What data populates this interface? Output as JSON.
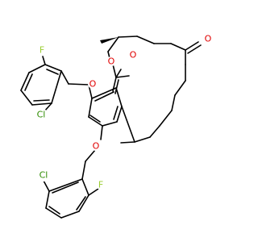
{
  "molecule": {
    "colors": {
      "bond": "#000000",
      "O": "#e00000",
      "F": "#9acd32",
      "Cl": "#2e8b00"
    },
    "atoms": [
      {
        "id": "o_ketone",
        "symbol": "O"
      },
      {
        "id": "o_lactone_ring",
        "symbol": "O"
      },
      {
        "id": "o_lactone_carbonyl",
        "symbol": "O"
      },
      {
        "id": "f_top",
        "symbol": "F"
      },
      {
        "id": "o_ether_top",
        "symbol": "O"
      },
      {
        "id": "cl_top",
        "symbol": "Cl"
      },
      {
        "id": "o_ether_bottom",
        "symbol": "O"
      },
      {
        "id": "cl_bottom",
        "symbol": "Cl"
      },
      {
        "id": "f_bottom",
        "symbol": "F"
      }
    ]
  }
}
